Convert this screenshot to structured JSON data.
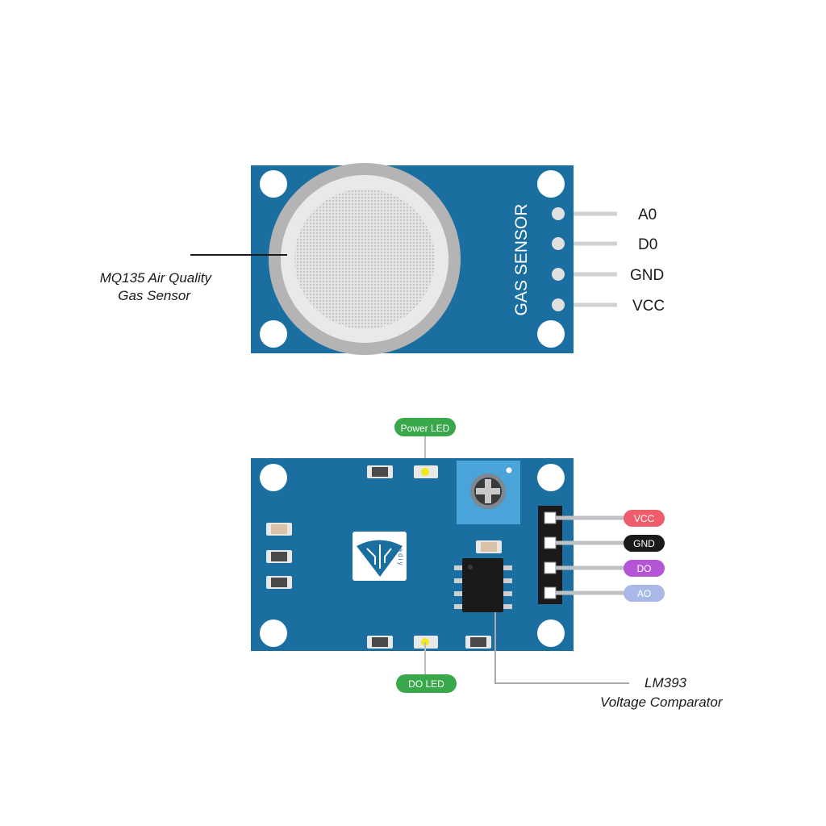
{
  "top_module": {
    "silk_label": "GAS SENSOR",
    "pins": [
      "A0",
      "D0",
      "GND",
      "VCC"
    ],
    "callout": {
      "line1": "MQ135 Air Quality",
      "line2": "Gas Sensor"
    }
  },
  "bottom_module": {
    "led_labels": {
      "power": "Power LED",
      "do": "DO LED"
    },
    "pin_badges": [
      {
        "label": "VCC",
        "color": "#ee5d6c"
      },
      {
        "label": "GND",
        "color": "#1a1a1a"
      },
      {
        "label": "DO",
        "color": "#b455d6"
      },
      {
        "label": "AO",
        "color": "#a9b8e6"
      }
    ],
    "logo_text": "a d i y",
    "callout": {
      "line1": "LM393",
      "line2": "Voltage Comparator"
    }
  },
  "colors": {
    "pcb": "#1b6fa0",
    "led_badge": "#39a84a",
    "pin_line": "#cfd1d3",
    "sensor_ring": "#b4b4b4"
  }
}
